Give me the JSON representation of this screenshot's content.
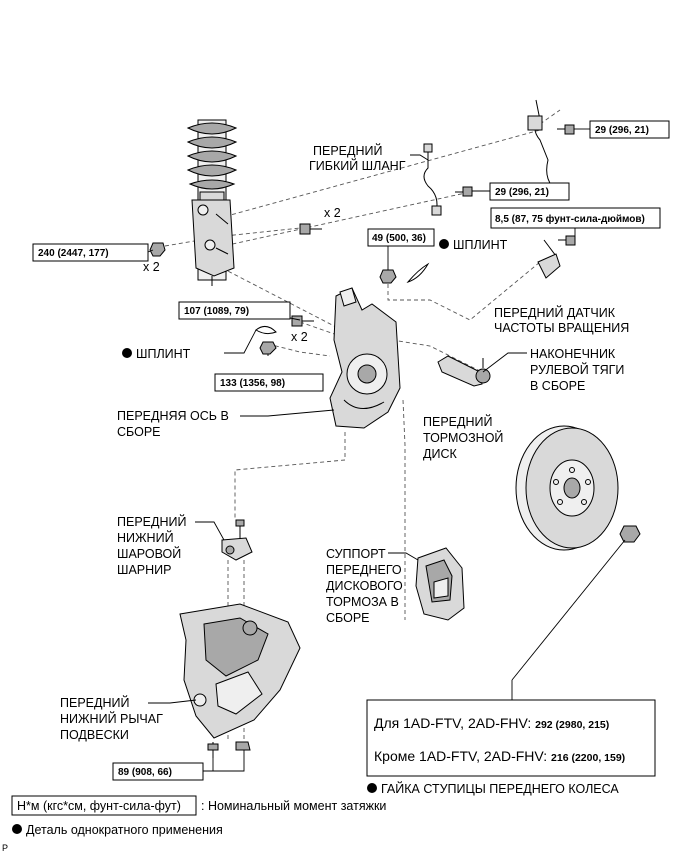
{
  "labels": {
    "front_flexible_hose": [
      "ПЕРЕДНИЙ",
      "ГИБКИЙ ШЛАНГ"
    ],
    "cotter_pin_right": "ШПЛИНТ",
    "cotter_pin_left": "ШПЛИНТ",
    "front_speed_sensor": [
      "ПЕРЕДНИЙ ДАТЧИК",
      "ЧАСТОТЫ ВРАЩЕНИЯ"
    ],
    "tie_rod_end": [
      "НАКОНЕЧНИК",
      "РУЛЕВОЙ ТЯГИ",
      "В СБОРЕ"
    ],
    "front_axle": [
      "ПЕРЕДНЯЯ ОСЬ В",
      "СБОРЕ"
    ],
    "front_brake_disc": [
      "ПЕРЕДНИЙ",
      "ТОРМОЗНОЙ",
      "ДИСК"
    ],
    "lower_ball_joint": [
      "ПЕРЕДНИЙ",
      "НИЖНИЙ",
      "ШАРОВОЙ",
      "ШАРНИР"
    ],
    "brake_caliper": [
      "СУППОРТ",
      "ПЕРЕДНЕГО",
      "ДИСКОВОГО",
      "ТОРМОЗА В",
      "СБОРЕ"
    ],
    "lower_arm": [
      "ПЕРЕДНИЙ",
      "НИЖНИЙ РЫЧАГ",
      "ПОДВЕСКИ"
    ],
    "hub_nut": "ГАЙКА СТУПИЦЫ ПЕРЕДНЕГО КОЛЕСА"
  },
  "multipliers": {
    "x2_a": "x 2",
    "x2_b": "x 2",
    "x2_c": "x 2"
  },
  "torques": {
    "t_top_right": "29 (296, 21)",
    "t_hose": "29 (296, 21)",
    "t_sensor": "8,5 (87, 75 фунт-сила-дюймов)",
    "t_strut": "240 (2447, 177)",
    "t_tierod_nut": "49 (500, 36)",
    "t_axle_bolt": "107 (1089, 79)",
    "t_ball_nut": "133 (1356, 98)",
    "t_lower_arm": "89 (908, 66)"
  },
  "hub_nut_box": {
    "line1_label": "Для 1AD-FTV, 2AD-FHV:",
    "line1_value": "292 (2980, 215)",
    "line2_label": "Кроме 1AD-FTV, 2AD-FHV:",
    "line2_value": "216 (2200, 159)"
  },
  "legend": {
    "unit_box": "Н*м (кгс*см, фунт-сила-фут)",
    "unit_desc": ": Номинальный момент затяжки",
    "single_use": "Деталь однократного применения"
  },
  "corner_mark": "P"
}
